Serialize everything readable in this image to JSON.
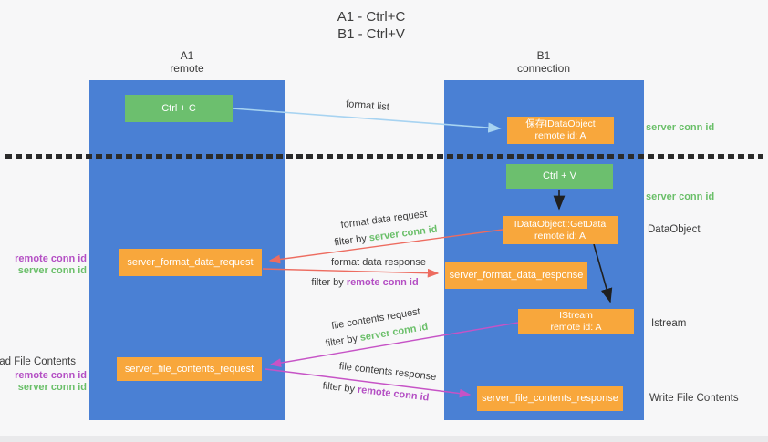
{
  "title": {
    "line1": "A1 - Ctrl+C",
    "line2": "B1 - Ctrl+V"
  },
  "lifelines": {
    "a1": {
      "name": "A1",
      "role": "remote"
    },
    "b1": {
      "name": "B1",
      "role": "connection"
    }
  },
  "nodes": {
    "ctrl_c": {
      "label": "Ctrl + C"
    },
    "ctrl_v": {
      "label": "Ctrl + V"
    },
    "save_idataobject": {
      "line1": "保存IDataObject",
      "line2": "remote id: A"
    },
    "getdata": {
      "line1": "IDataObject::GetData",
      "line2": "remote id: A"
    },
    "istream": {
      "line1": "IStream",
      "line2": "remote id: A"
    },
    "format_request": {
      "label": "server_format_data_request"
    },
    "format_response": {
      "label": "server_format_data_response"
    },
    "file_request": {
      "label": "server_file_contents_request"
    },
    "file_response": {
      "label": "server_file_contents_response"
    }
  },
  "arrow_labels": {
    "format_list": "format list",
    "format_data_request": "format data request",
    "format_data_response": "format data response",
    "file_contents_request": "file contents request",
    "file_contents_response": "file contents response",
    "filter_by": "filter by ",
    "server_conn_id": "server conn id",
    "remote_conn_id": "remote conn id"
  },
  "side_labels": {
    "server_conn_id_top": "server conn id",
    "server_conn_id_mid": "server conn id",
    "dataobject": "DataObject",
    "istream": "Istream",
    "write_file_contents": "Write File Contents",
    "read_file_contents": "Read File Contents",
    "remote_conn_id": "remote conn id",
    "server_conn_id": "server conn id"
  },
  "colors": {
    "lifeline_blue": "#4a80d4",
    "action_green": "#6cbf6e",
    "node_orange": "#f8a73c",
    "arrow_light_blue": "#a7d3f1",
    "arrow_red": "#ed6c60",
    "arrow_magenta": "#c653c6",
    "arrow_black": "#1f1f1f",
    "text_green": "#6abf69",
    "text_purple": "#b44fc4"
  }
}
